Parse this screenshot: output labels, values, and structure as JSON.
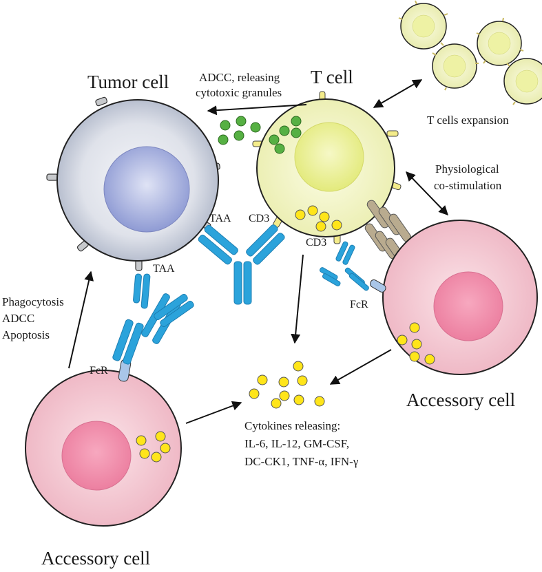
{
  "cells": {
    "tumor": "Tumor cell",
    "tcell": "T cell",
    "accessory_right": "Accessory cell",
    "accessory_bottom": "Accessory cell"
  },
  "labels": {
    "adcc_line1": "ADCC, releasing",
    "adcc_line2": "cytotoxic granules",
    "expansion": "T cells expansion",
    "physio_line1": "Physiological",
    "physio_line2": "co-stimulation",
    "taa_1": "TAA",
    "taa_2": "TAA",
    "cd3_1": "CD3",
    "cd3_2": "CD3",
    "fcr_1": "FcR",
    "fcr_2": "FcR",
    "phago_1": "Phagocytosis",
    "phago_2": "ADCC",
    "phago_3": "Apoptosis",
    "cyto_1": "Cytokines releasing:",
    "cyto_2": "IL-6, IL-12, GM-CSF,",
    "cyto_3": "DC-CK1, TNF-α, IFN-γ"
  },
  "colors": {
    "antibody": "#2ba3db",
    "tumor_membrane": "#c5cbd9",
    "tumor_nucleus": "#9aa5d9",
    "tcell_membrane": "#eef0b4",
    "tcell_nucleus": "#e8ee8a",
    "accessory_membrane": "#f3c9d2",
    "accessory_nucleus": "#ef8aa7",
    "granule_green": "#56b043",
    "cytokine_yellow": "#ffe51a",
    "fcr": "#a9c6e8",
    "costim": "#b9ab8f"
  }
}
